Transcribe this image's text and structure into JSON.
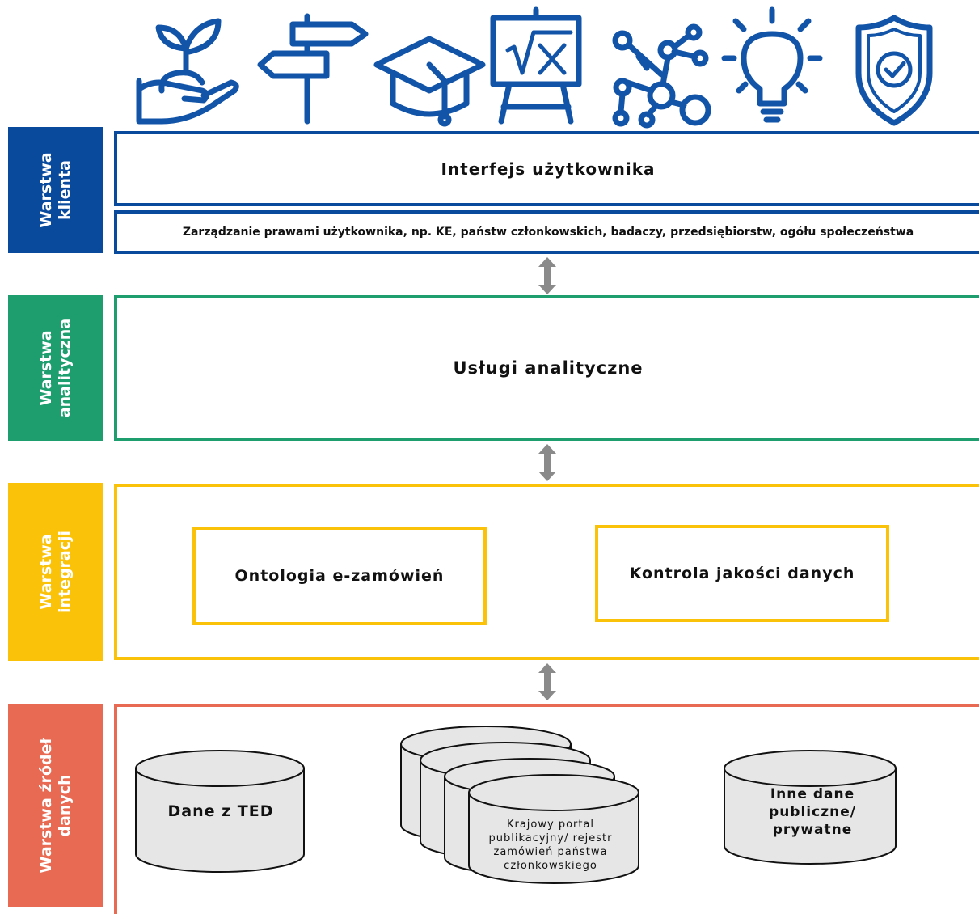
{
  "colors": {
    "client": "#0a4a9c",
    "analytic": "#1e9e6f",
    "integration": "#fbc20a",
    "sources": "#e86a52",
    "connector": "#8a8a8a",
    "icons": "#1254a8"
  },
  "icons": [
    "plant-hand-icon",
    "signpost-icon",
    "graduation-cap-icon",
    "formula-board-icon",
    "network-icon",
    "lightbulb-icon",
    "shield-check-icon"
  ],
  "layers": {
    "client": {
      "tab": "Warstwa\nklienta",
      "main": "Interfejs użytkownika",
      "sub": "Zarządzanie prawami użytkownika, np. KE, państw członkowskich, badaczy, przedsiębiorstw, ogółu społeczeństwa"
    },
    "analytic": {
      "tab": "Warstwa\nanalityczna",
      "main": "Usługi analityczne"
    },
    "integration": {
      "tab": "Warstwa\nintegracji",
      "left": "Ontologia e-zamówień",
      "right": "Kontrola jakości danych"
    },
    "sources": {
      "tab": "Warstwa źródeł\ndanych",
      "ted": "Dane z TED",
      "national": "Krajowy portal publikacyjny/ rejestr zamówień państwa członkowskiego",
      "other": "Inne dane publiczne/ prywatne"
    }
  }
}
